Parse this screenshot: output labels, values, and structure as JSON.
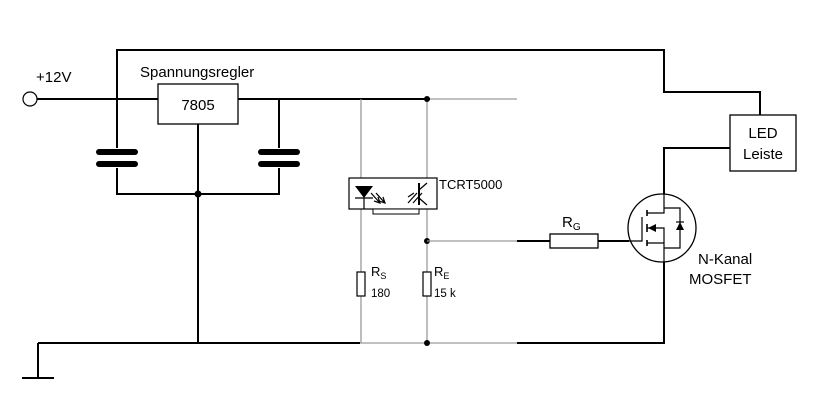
{
  "labels": {
    "supply": "+12V",
    "regulator_caption": "Spannungsregler",
    "regulator": "7805",
    "sensor": "TCRT5000",
    "rg_main": "R",
    "rg_sub": "G",
    "rs_main": "R",
    "rs_sub": "S",
    "rs_value": "180",
    "re_main": "R",
    "re_sub": "E",
    "re_value": "15 k",
    "led_line1": "LED",
    "led_line2": "Leiste",
    "mosfet_line1": "N-Kanal",
    "mosfet_line2": "MOSFET"
  }
}
